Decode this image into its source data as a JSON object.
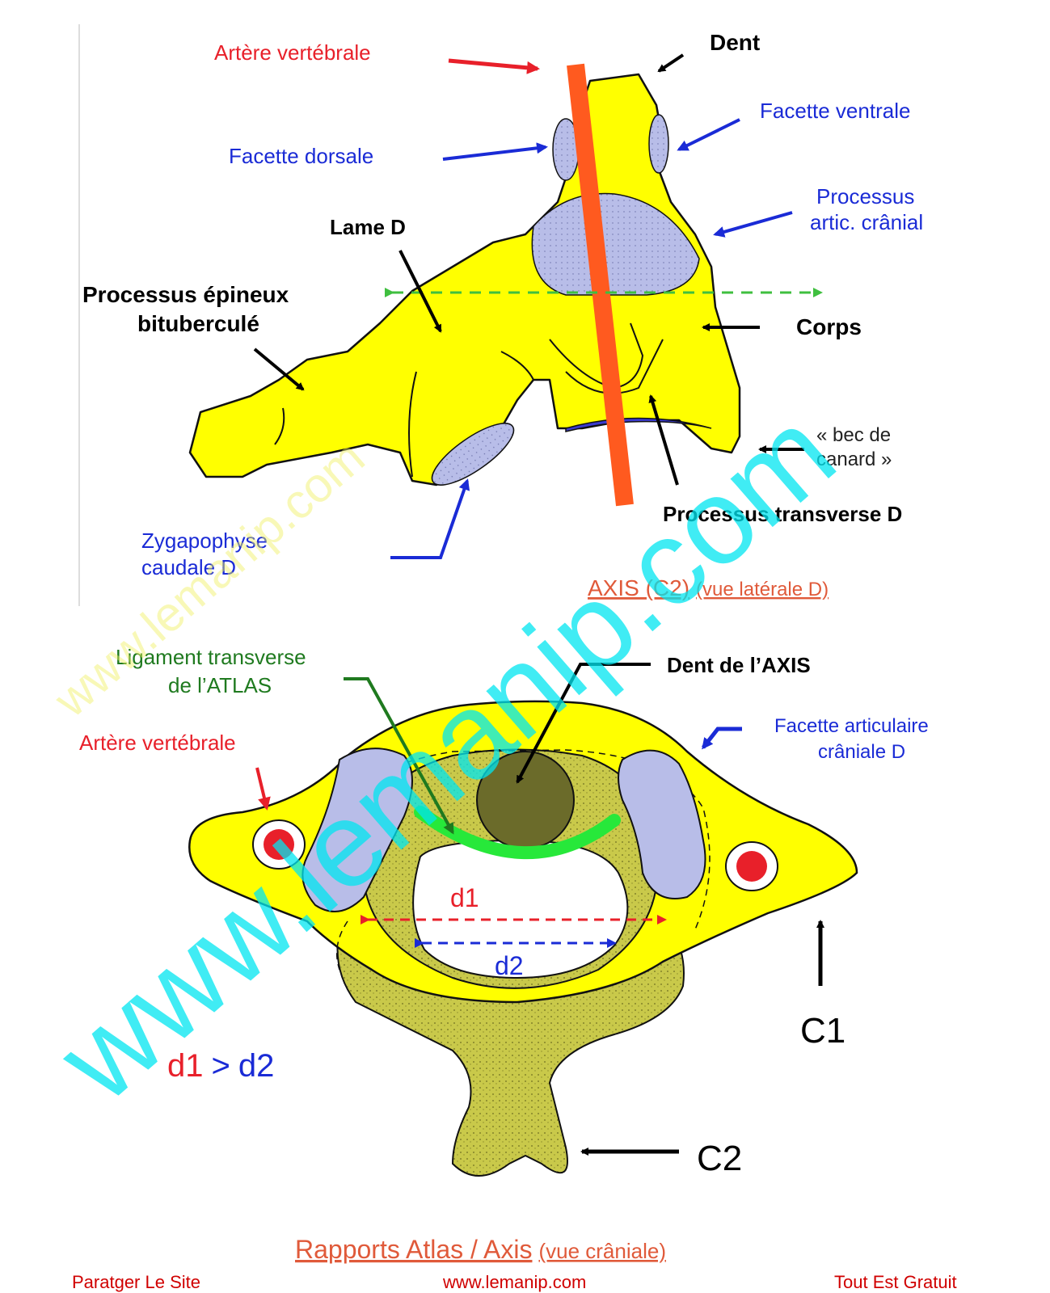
{
  "top_figure": {
    "caption": "AXIS (C2) (vue latérale D)",
    "caption_main": "AXIS (C2)",
    "caption_sub": "(vue latérale D)",
    "labels": {
      "arteria": "Artère vertébrale",
      "dent": "Dent",
      "facette_ventrale": "Facette ventrale",
      "facette_dorsale": "Facette dorsale",
      "proc_artic_1": "Processus",
      "proc_artic_2": "artic. crânial",
      "lame": "Lame D",
      "proc_epineux_1": "Processus épineux",
      "proc_epineux_2": "bituberculé",
      "corps": "Corps",
      "bec_1": "« bec de",
      "bec_2": "canard »",
      "proc_transverse": "Processus transverse D",
      "zyg_1": "Zygapophyse",
      "zyg_2": "caudale D"
    }
  },
  "bottom_figure": {
    "caption_main": "Rapports Atlas / Axis",
    "caption_sub": "(vue crâniale)",
    "labels": {
      "ligament_1": "Ligament transverse",
      "ligament_2": "de l’ATLAS",
      "dent_axis": "Dent de l’AXIS",
      "arteria": "Artère vertébrale",
      "facette_1": "Facette articulaire",
      "facette_2": "crâniale D",
      "d1": "d1",
      "d2": "d2",
      "compare_d1": "d1",
      "compare_gt": ">",
      "compare_d2": "d2",
      "c1": "C1",
      "c2": "C2"
    }
  },
  "watermark": "www.lemanip.com",
  "footer": {
    "left": "Paratger Le Site",
    "center": "www.lemanip.com",
    "right": "Tout Est Gratuit"
  },
  "colors": {
    "bone": "#ffff00",
    "bone_dark": "#d4d43a",
    "facet": "#b8bde8",
    "artery": "#ff5a1f",
    "red": "#e8202a",
    "blue": "#1a2bd6",
    "green": "#1f7a1f",
    "ligament": "#27e83a",
    "watermark": "#00e5f0"
  }
}
